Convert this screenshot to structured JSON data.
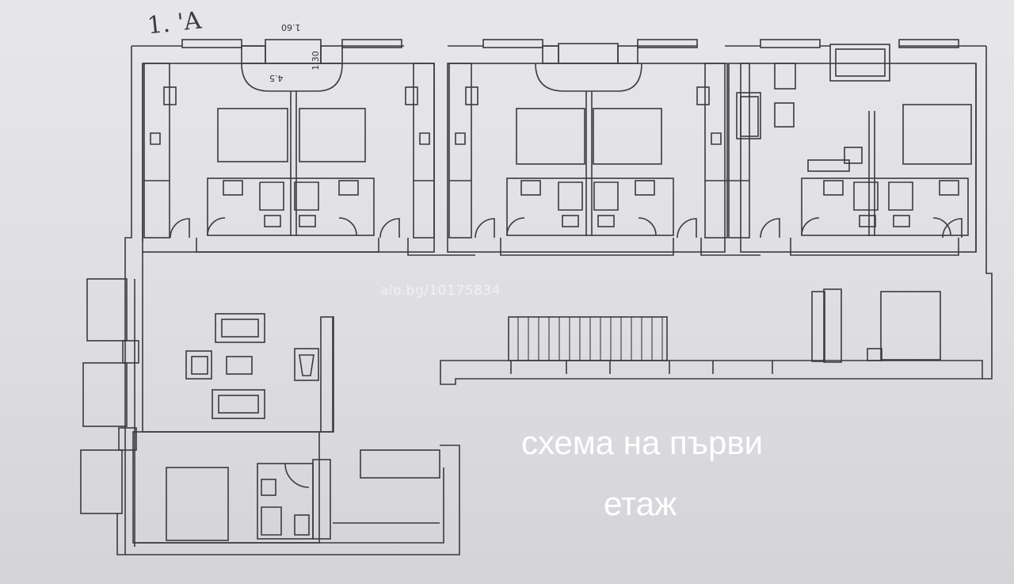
{
  "plan": {
    "handwritten_note": "1. 'A",
    "dimension_width": "1.60",
    "dimension_height": "1.30",
    "balcony_note": "4.5",
    "watermark": "alo.bg/10175834",
    "caption_line1": "схема на първи",
    "caption_line2": "етаж"
  },
  "colors": {
    "line": "#3a3a3f",
    "caption": "#ffffff"
  }
}
